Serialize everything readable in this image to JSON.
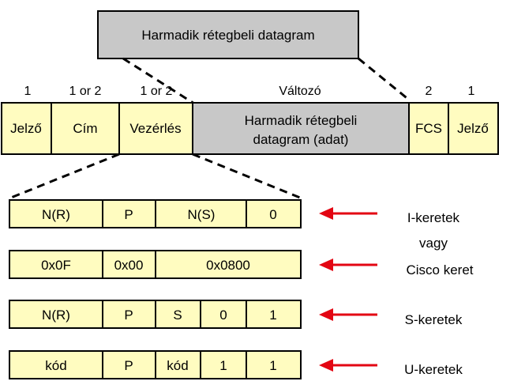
{
  "colors": {
    "field_fill": "#fffcc0",
    "datagram_fill": "#c8c8c8",
    "stroke": "#000000",
    "arrow": "#e30613"
  },
  "top_box": {
    "label": "Harmadik rétegbeli datagram"
  },
  "field_sizes": [
    "1",
    "1 or 2",
    "1 or 2",
    "Változó",
    "2",
    "1"
  ],
  "frame_fields": [
    {
      "id": "jelzo-start",
      "label": "Jelző"
    },
    {
      "id": "cim",
      "label": "Cím"
    },
    {
      "id": "vezerles",
      "label": "Vezérlés"
    },
    {
      "id": "datagram",
      "label_line1": "Harmadik rétegbeli",
      "label_line2": "datagram (adat)"
    },
    {
      "id": "fcs",
      "label": "FCS"
    },
    {
      "id": "jelzo-end",
      "label": "Jelző"
    }
  ],
  "control_rows": [
    {
      "id": "i-frame",
      "cells": [
        "N(R)",
        "P",
        "N(S)",
        "0"
      ],
      "caption": "I-keretek"
    },
    {
      "id": "cisco-frame",
      "cells": [
        "0x0F",
        "0x00",
        "0x0800"
      ],
      "caption": "Cisco keret"
    },
    {
      "id": "s-frame",
      "cells": [
        "N(R)",
        "P",
        "S",
        "0",
        "1"
      ],
      "caption": "S-keretek"
    },
    {
      "id": "u-frame",
      "cells": [
        "kód",
        "P",
        "kód",
        "1",
        "1"
      ],
      "caption": "U-keretek"
    }
  ],
  "connector_text": "vagy",
  "icons": {
    "row_arrow": "left-arrow-icon"
  }
}
